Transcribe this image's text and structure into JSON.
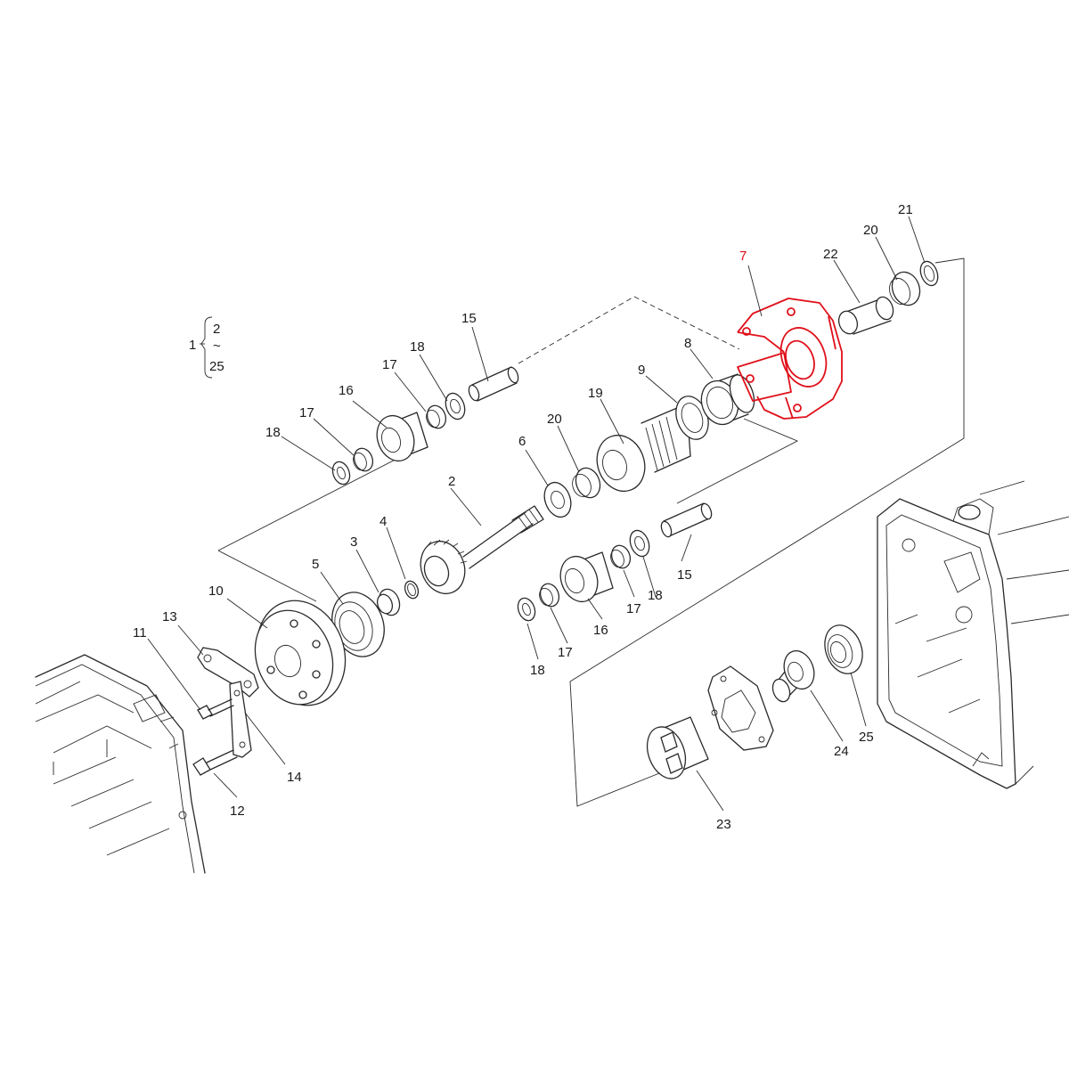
{
  "highlight_color": "#e0101a",
  "line_color": "#2a2a2a",
  "assembly_note": {
    "main": "1",
    "top": "2",
    "tilde": "~",
    "bottom": "25"
  },
  "callouts": [
    {
      "id": "c2",
      "text": "2"
    },
    {
      "id": "c3",
      "text": "3"
    },
    {
      "id": "c4",
      "text": "4"
    },
    {
      "id": "c5",
      "text": "5"
    },
    {
      "id": "c6",
      "text": "6"
    },
    {
      "id": "c7",
      "text": "7",
      "highlighted": true
    },
    {
      "id": "c8",
      "text": "8"
    },
    {
      "id": "c9",
      "text": "9"
    },
    {
      "id": "c10",
      "text": "10"
    },
    {
      "id": "c11",
      "text": "11"
    },
    {
      "id": "c12",
      "text": "12"
    },
    {
      "id": "c13",
      "text": "13"
    },
    {
      "id": "c14",
      "text": "14"
    },
    {
      "id": "c15a",
      "text": "15"
    },
    {
      "id": "c15b",
      "text": "15"
    },
    {
      "id": "c16a",
      "text": "16"
    },
    {
      "id": "c16b",
      "text": "16"
    },
    {
      "id": "c17a",
      "text": "17"
    },
    {
      "id": "c17b",
      "text": "17"
    },
    {
      "id": "c17c",
      "text": "17"
    },
    {
      "id": "c17d",
      "text": "17"
    },
    {
      "id": "c18a",
      "text": "18"
    },
    {
      "id": "c18b",
      "text": "18"
    },
    {
      "id": "c18c",
      "text": "18"
    },
    {
      "id": "c18d",
      "text": "18"
    },
    {
      "id": "c19",
      "text": "19"
    },
    {
      "id": "c20a",
      "text": "20"
    },
    {
      "id": "c20b",
      "text": "20"
    },
    {
      "id": "c21",
      "text": "21"
    },
    {
      "id": "c22",
      "text": "22"
    },
    {
      "id": "c23",
      "text": "23"
    },
    {
      "id": "c24",
      "text": "24"
    },
    {
      "id": "c25",
      "text": "25"
    }
  ]
}
